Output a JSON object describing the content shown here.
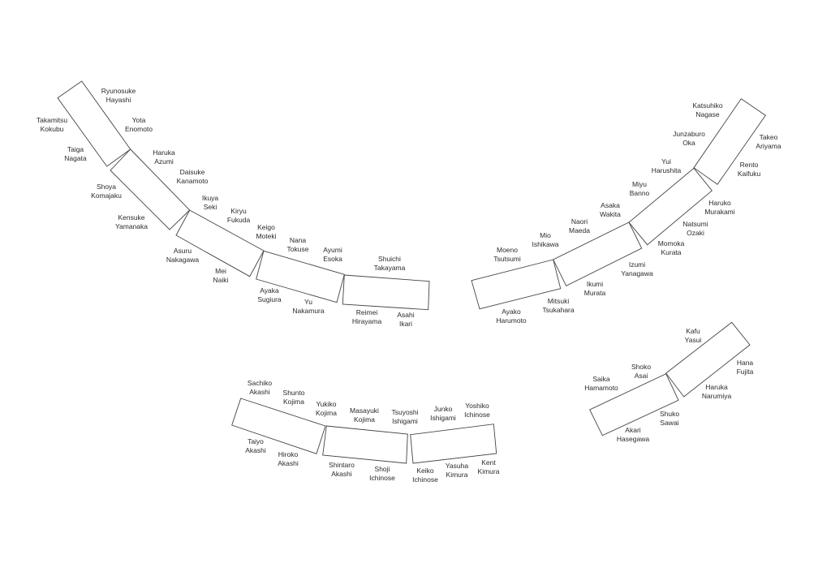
{
  "title": "Seating chart",
  "line_color": "#444444",
  "text_color": "#2a2a2a",
  "seats": [
    {
      "first": "Ryunosuke",
      "last": "Hayashi"
    },
    {
      "first": "Yota",
      "last": "Enomoto"
    },
    {
      "first": "Takamitsu",
      "last": "Kokubu"
    },
    {
      "first": "Taiga",
      "last": "Nagata"
    },
    {
      "first": "Haruka",
      "last": "Azumi"
    },
    {
      "first": "Daisuke",
      "last": "Kanamoto"
    },
    {
      "first": "Shoya",
      "last": "Komajaku"
    },
    {
      "first": "Kensuke",
      "last": "Yamanaka"
    },
    {
      "first": "Ikuya",
      "last": "Seki"
    },
    {
      "first": "Kiryu",
      "last": "Fukuda"
    },
    {
      "first": "Keigo",
      "last": "Moteki"
    },
    {
      "first": "Asuru",
      "last": "Nakagawa"
    },
    {
      "first": "Mei",
      "last": "Naiki"
    },
    {
      "first": "Nana",
      "last": "Tokuse"
    },
    {
      "first": "Ayumi",
      "last": "Esoka"
    },
    {
      "first": "Shuichi",
      "last": "Takayama"
    },
    {
      "first": "Ayaka",
      "last": "Sugiura"
    },
    {
      "first": "Yu",
      "last": "Nakamura"
    },
    {
      "first": "Reimei",
      "last": "Hirayama"
    },
    {
      "first": "Asahi",
      "last": "Ikari"
    },
    {
      "first": "Katsuhiko",
      "last": "Nagase"
    },
    {
      "first": "Junzaburo",
      "last": "Oka"
    },
    {
      "first": "Takeo",
      "last": "Ariyama"
    },
    {
      "first": "Yui",
      "last": "Harushita"
    },
    {
      "first": "Rento",
      "last": "Kaifuku"
    },
    {
      "first": "Miyu",
      "last": "Banno"
    },
    {
      "first": "Haruko",
      "last": "Murakami"
    },
    {
      "first": "Asaka",
      "last": "Wakita"
    },
    {
      "first": "Natsumi",
      "last": "Ozaki"
    },
    {
      "first": "Naori",
      "last": "Maeda"
    },
    {
      "first": "Momoka",
      "last": "Kurata"
    },
    {
      "first": "Mio",
      "last": "Ishikawa"
    },
    {
      "first": "Moeno",
      "last": "Tsutsumi"
    },
    {
      "first": "Izumi",
      "last": "Yanagawa"
    },
    {
      "first": "Ikumi",
      "last": "Murata"
    },
    {
      "first": "Mitsuki",
      "last": "Tsukahara"
    },
    {
      "first": "Ayako",
      "last": "Harumoto"
    },
    {
      "first": "Kafu",
      "last": "Yasui"
    },
    {
      "first": "Hana",
      "last": "Fujita"
    },
    {
      "first": "Shoko",
      "last": "Asai"
    },
    {
      "first": "Saika",
      "last": "Hamamoto"
    },
    {
      "first": "Haruka",
      "last": "Narumiya"
    },
    {
      "first": "Shuko",
      "last": "Sawai"
    },
    {
      "first": "Akari",
      "last": "Hasegawa"
    },
    {
      "first": "Sachiko",
      "last": "Akashi"
    },
    {
      "first": "Shunto",
      "last": "Kojima"
    },
    {
      "first": "Yukiko",
      "last": "Kojima"
    },
    {
      "first": "Masayuki",
      "last": "Kojima"
    },
    {
      "first": "Tsuyoshi",
      "last": "Ishigami"
    },
    {
      "first": "Junko",
      "last": "Ishigami"
    },
    {
      "first": "Yoshiko",
      "last": "Ichinose"
    },
    {
      "first": "Taiyo",
      "last": "Akashi"
    },
    {
      "first": "Hiroko",
      "last": "Akashi"
    },
    {
      "first": "Shintaro",
      "last": "Akashi"
    },
    {
      "first": "Shoji",
      "last": "Ichinose"
    },
    {
      "first": "Keiko",
      "last": "Ichinose"
    },
    {
      "first": "Yasuha",
      "last": "Kimura"
    },
    {
      "first": "Kent",
      "last": "Kimura"
    }
  ]
}
